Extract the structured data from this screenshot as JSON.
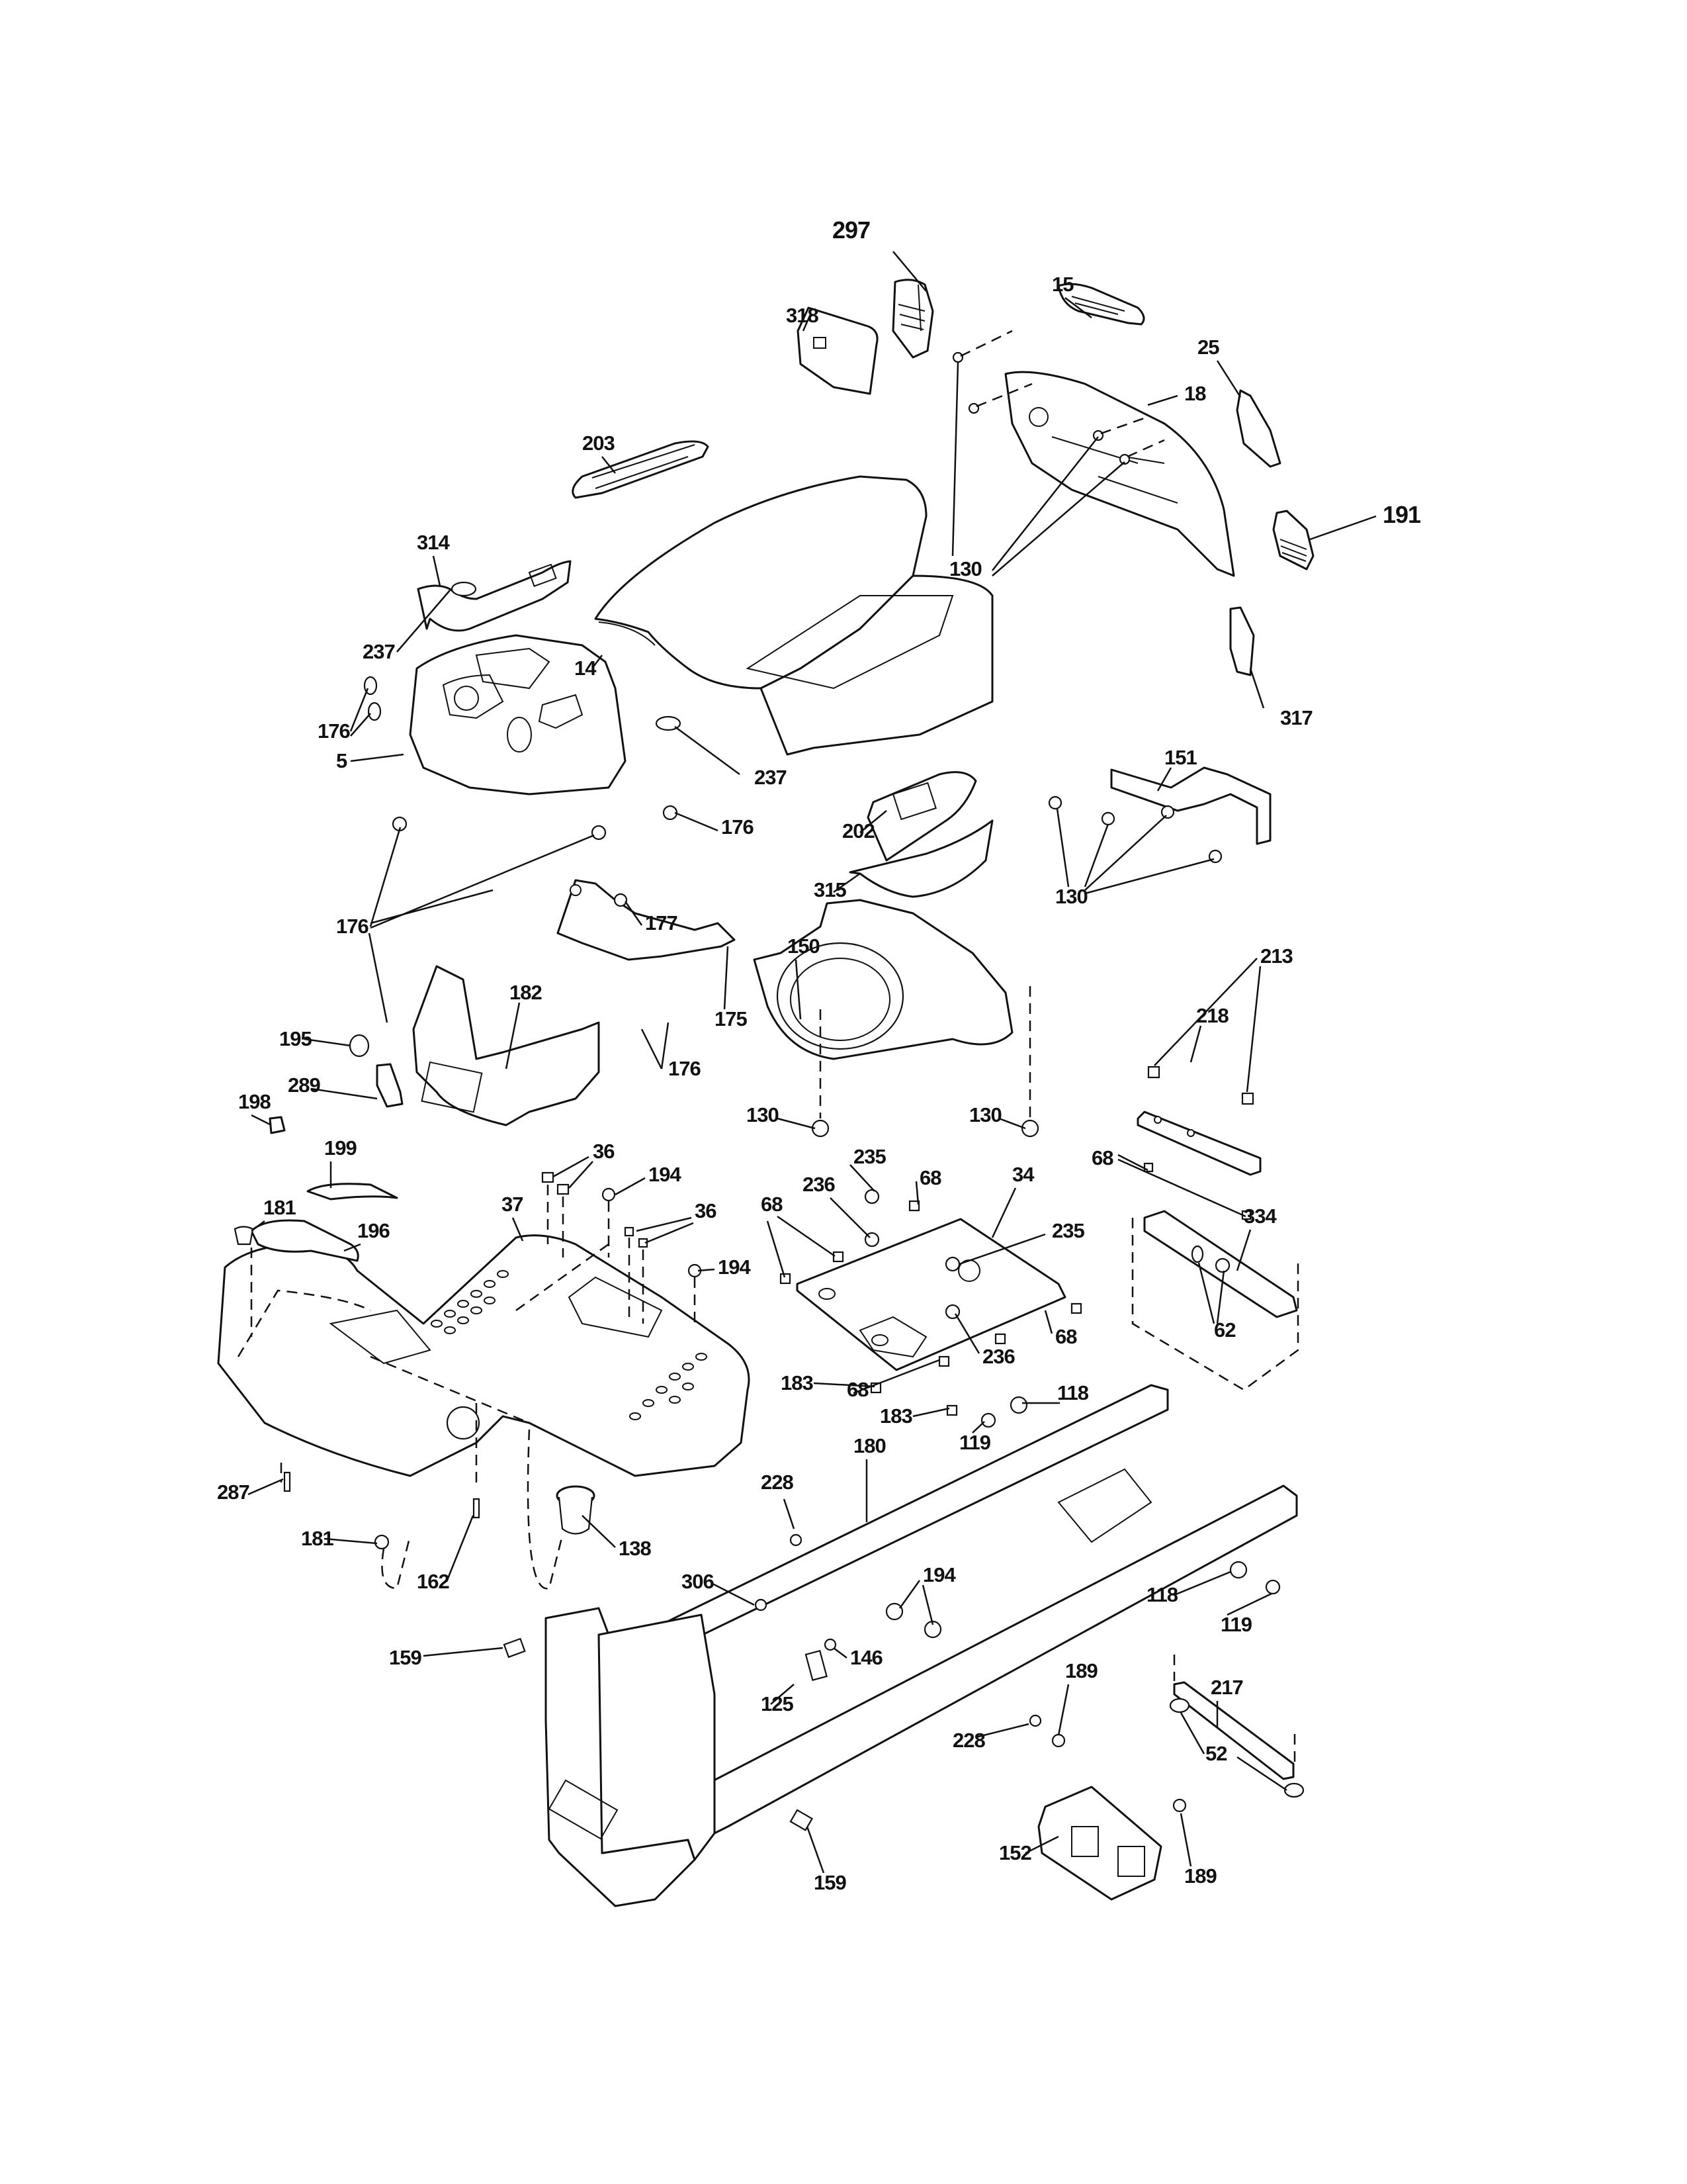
{
  "diagram": {
    "title": "Exploded parts diagram — hood, dash, chassis and frame",
    "background": "#ffffff",
    "ink": "#111111",
    "callouts": [
      {
        "id": "c297",
        "label": "297",
        "part": "hood-bezel-left-insert"
      },
      {
        "id": "c318",
        "label": "318",
        "part": "headlight-housing-left"
      },
      {
        "id": "c15",
        "label": "15",
        "part": "grille-insert"
      },
      {
        "id": "c25",
        "label": "25",
        "part": "lens-right"
      },
      {
        "id": "c18",
        "label": "18",
        "part": "hood-front-bumper-panel"
      },
      {
        "id": "c191",
        "label": "191",
        "part": "headlight-housing-right"
      },
      {
        "id": "c130a",
        "label": "130",
        "part": "screw-hood-panel"
      },
      {
        "id": "c317",
        "label": "317",
        "part": "side-trim-right"
      },
      {
        "id": "c203",
        "label": "203",
        "part": "dash-top-trim"
      },
      {
        "id": "c314",
        "label": "314",
        "part": "dash-side-panel-left"
      },
      {
        "id": "c237a",
        "label": "237",
        "part": "plug-button-upper"
      },
      {
        "id": "c14",
        "label": "14",
        "part": "hood"
      },
      {
        "id": "c176a",
        "label": "176",
        "part": "push-rivet-upper-left"
      },
      {
        "id": "c5",
        "label": "5",
        "part": "dash-console"
      },
      {
        "id": "c237b",
        "label": "237",
        "part": "plug-button-lower"
      },
      {
        "id": "c176b",
        "label": "176",
        "part": "push-rivet-dash-right"
      },
      {
        "id": "c151",
        "label": "151",
        "part": "hood-bracket"
      },
      {
        "id": "c202",
        "label": "202",
        "part": "dash-gauge-bezel"
      },
      {
        "id": "c315",
        "label": "315",
        "part": "dash-lower-trim"
      },
      {
        "id": "c130b",
        "label": "130",
        "part": "screw-hood-bracket"
      },
      {
        "id": "c176c",
        "label": "176",
        "part": "push-rivet-group"
      },
      {
        "id": "c177",
        "label": "177",
        "part": "speed-nut"
      },
      {
        "id": "c150",
        "label": "150",
        "part": "hood-liner-shroud"
      },
      {
        "id": "c182",
        "label": "182",
        "part": "dash-lower-panel"
      },
      {
        "id": "c175",
        "label": "175",
        "part": "dash-support-bracket"
      },
      {
        "id": "c213",
        "label": "213",
        "part": "bolt-hood-pivot"
      },
      {
        "id": "c218",
        "label": "218",
        "part": "hood-pivot-bracket"
      },
      {
        "id": "c195",
        "label": "195",
        "part": "plug-cap"
      },
      {
        "id": "c176d",
        "label": "176",
        "part": "push-rivet-dash-lower"
      },
      {
        "id": "c289",
        "label": "289",
        "part": "cup-holder-clip"
      },
      {
        "id": "c130c",
        "label": "130",
        "part": "screw-shroud-left"
      },
      {
        "id": "c130d",
        "label": "130",
        "part": "screw-shroud-right"
      },
      {
        "id": "c68a",
        "label": "68",
        "part": "bolt-pivot-bracket"
      },
      {
        "id": "c198",
        "label": "198",
        "part": "knob"
      },
      {
        "id": "c199",
        "label": "199",
        "part": "shift-plate"
      },
      {
        "id": "c36a",
        "label": "36",
        "part": "screw-fender-upper"
      },
      {
        "id": "c194a",
        "label": "194",
        "part": "nut-fender-upper"
      },
      {
        "id": "c235a",
        "label": "235",
        "part": "spacer-upper"
      },
      {
        "id": "c68b",
        "label": "68",
        "part": "bolt-engine-plate-upper"
      },
      {
        "id": "c34",
        "label": "34",
        "part": "engine-mount-plate"
      },
      {
        "id": "c236a",
        "label": "236",
        "part": "isolator-upper"
      },
      {
        "id": "c68c",
        "label": "68",
        "part": "bolt-engine-plate-left"
      },
      {
        "id": "c235b",
        "label": "235",
        "part": "spacer-right"
      },
      {
        "id": "c334",
        "label": "334",
        "part": "frame-rear-bracket"
      },
      {
        "id": "c181a",
        "label": "181",
        "part": "grommet-upper"
      },
      {
        "id": "c196",
        "label": "196",
        "part": "shift-console"
      },
      {
        "id": "c37",
        "label": "37",
        "part": "fender-chassis"
      },
      {
        "id": "c36b",
        "label": "36",
        "part": "screw-fender-right"
      },
      {
        "id": "c194b",
        "label": "194",
        "part": "nut-fender-right"
      },
      {
        "id": "c68d",
        "label": "68",
        "part": "bolt-engine-plate-right"
      },
      {
        "id": "c236b",
        "label": "236",
        "part": "isolator-lower"
      },
      {
        "id": "c62",
        "label": "62",
        "part": "carriage-bolts"
      },
      {
        "id": "c183a",
        "label": "183",
        "part": "bolt-engine-plate-lower-left"
      },
      {
        "id": "c68e",
        "label": "68",
        "part": "bolt-engine-plate-lower"
      },
      {
        "id": "c183b",
        "label": "183",
        "part": "bolt-engine-plate-lower-right"
      },
      {
        "id": "c118a",
        "label": "118",
        "part": "washer-upper"
      },
      {
        "id": "c119a",
        "label": "119",
        "part": "nut-upper"
      },
      {
        "id": "c287",
        "label": "287",
        "part": "screw-fender-left"
      },
      {
        "id": "c180",
        "label": "180",
        "part": "frame-assembly"
      },
      {
        "id": "c228a",
        "label": "228",
        "part": "stud-upper"
      },
      {
        "id": "c181b",
        "label": "181",
        "part": "grommet-lower"
      },
      {
        "id": "c138",
        "label": "138",
        "part": "fuel-neck-boot"
      },
      {
        "id": "c162",
        "label": "162",
        "part": "screw-fender-center"
      },
      {
        "id": "c306",
        "label": "306",
        "part": "nut-frame"
      },
      {
        "id": "c194c",
        "label": "194",
        "part": "nut-frame-center"
      },
      {
        "id": "c118b",
        "label": "118",
        "part": "washer-lower"
      },
      {
        "id": "c119b",
        "label": "119",
        "part": "nut-lower"
      },
      {
        "id": "c159a",
        "label": "159",
        "part": "bolt-frame-front"
      },
      {
        "id": "c146",
        "label": "146",
        "part": "plug-frame"
      },
      {
        "id": "c125",
        "label": "125",
        "part": "bumper-pad"
      },
      {
        "id": "c189a",
        "label": "189",
        "part": "bolt-guard-upper"
      },
      {
        "id": "c228b",
        "label": "228",
        "part": "stud-lower"
      },
      {
        "id": "c217",
        "label": "217",
        "part": "support-rod"
      },
      {
        "id": "c52",
        "label": "52",
        "part": "bushings"
      },
      {
        "id": "c152",
        "label": "152",
        "part": "guard-plate"
      },
      {
        "id": "c189b",
        "label": "189",
        "part": "bolt-guard-lower"
      },
      {
        "id": "c159b",
        "label": "159",
        "part": "bolt-frame-lower"
      }
    ]
  }
}
